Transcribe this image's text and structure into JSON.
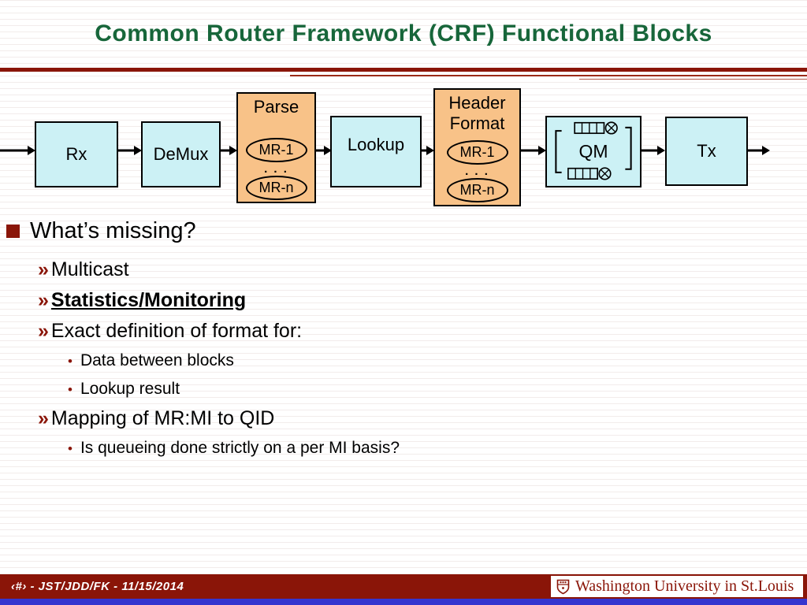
{
  "slide": {
    "title": "Common Router Framework (CRF) Functional Blocks"
  },
  "diagram": {
    "blocks": {
      "rx": {
        "label": "Rx"
      },
      "demux": {
        "label": "DeMux"
      },
      "parse": {
        "label": "Parse",
        "oval_top": "MR-1",
        "dots": ". . .",
        "oval_bottom": "MR-n"
      },
      "lookup": {
        "label": "Lookup"
      },
      "header_format": {
        "label": "Header Format",
        "oval_top": "MR-1",
        "dots": ". . .",
        "oval_bottom": "MR-n"
      },
      "qm": {
        "label": "QM"
      },
      "tx": {
        "label": "Tx"
      }
    }
  },
  "bullets": {
    "heading": "What’s missing?",
    "items": [
      {
        "marker": "»",
        "text": "Multicast"
      },
      {
        "marker": "»",
        "text": "Statistics/Monitoring"
      },
      {
        "marker": "»",
        "text": "Exact definition of format for:"
      },
      {
        "marker": "•",
        "text": "Data between blocks"
      },
      {
        "marker": "•",
        "text": "Lookup result"
      },
      {
        "marker": "»",
        "text": "Mapping of MR:MI to QID"
      },
      {
        "marker": "•",
        "text": "Is queueing done strictly on a per MI basis?"
      }
    ]
  },
  "footer": {
    "page_info": "‹#› - JST/JDD/FK - 11/15/2014",
    "logo_text": "Washington University in St.Louis"
  },
  "colors": {
    "title_green": "#17663a",
    "accent_red": "#8a1508",
    "cyan_block": "#ccf1f5",
    "orange_block": "#f8c288",
    "bottom_strip_blue": "#3535cf"
  }
}
